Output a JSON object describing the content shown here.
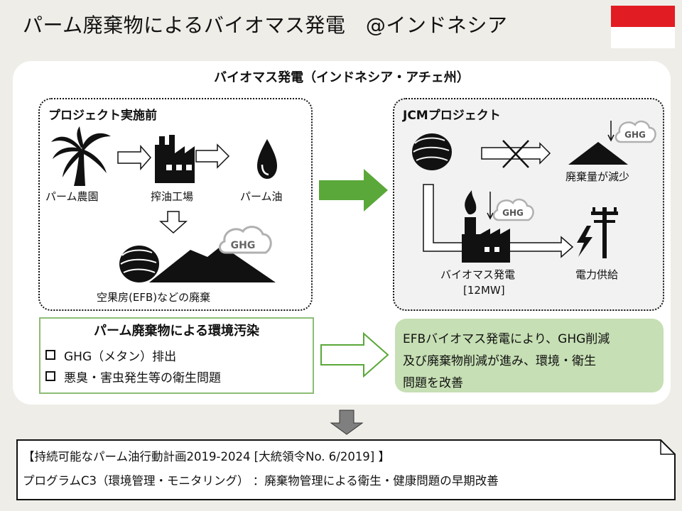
{
  "title": "パーム廃棄物によるバイオマス発電　@インドネシア",
  "panel_title": "バイオマス発電（インドネシア・アチェ州）",
  "before": {
    "title": "プロジェクト実施前",
    "palm_farm": "パーム農園",
    "oil_mill": "搾油工場",
    "palm_oil": "パーム油",
    "waste": "空果房(EFB)などの廃棄",
    "ghg": "GHG"
  },
  "jcm": {
    "title": "JCMプロジェクト",
    "waste_reduced": "廃棄量が減少",
    "plant": "バイオマス発電",
    "capacity": "[12MW]",
    "power": "電力供給",
    "ghg": "GHG"
  },
  "pollution": {
    "title": "パーム廃棄物による環境汚染",
    "items": [
      "GHG（メタン）排出",
      "悪臭・害虫発生等の衛生問題"
    ]
  },
  "result": {
    "lines": [
      "EFBバイオマス発電により、GHG削減",
      "及び廃棄物削減が進み、環境・衛生",
      "問題を改善"
    ]
  },
  "policy": {
    "line1": "【持続可能なパーム油行動計画2019-2024  [大統領令No. 6/2019] 】",
    "line2": "プログラムC3（環境管理・モニタリング） ：廃棄物管理による衛生・健康問題の早期改善"
  },
  "colors": {
    "flag_red": "#e21c23",
    "green": "#5aa839",
    "light_green": "#c6dfb4",
    "arrow_gray": "#7f7f7f"
  }
}
